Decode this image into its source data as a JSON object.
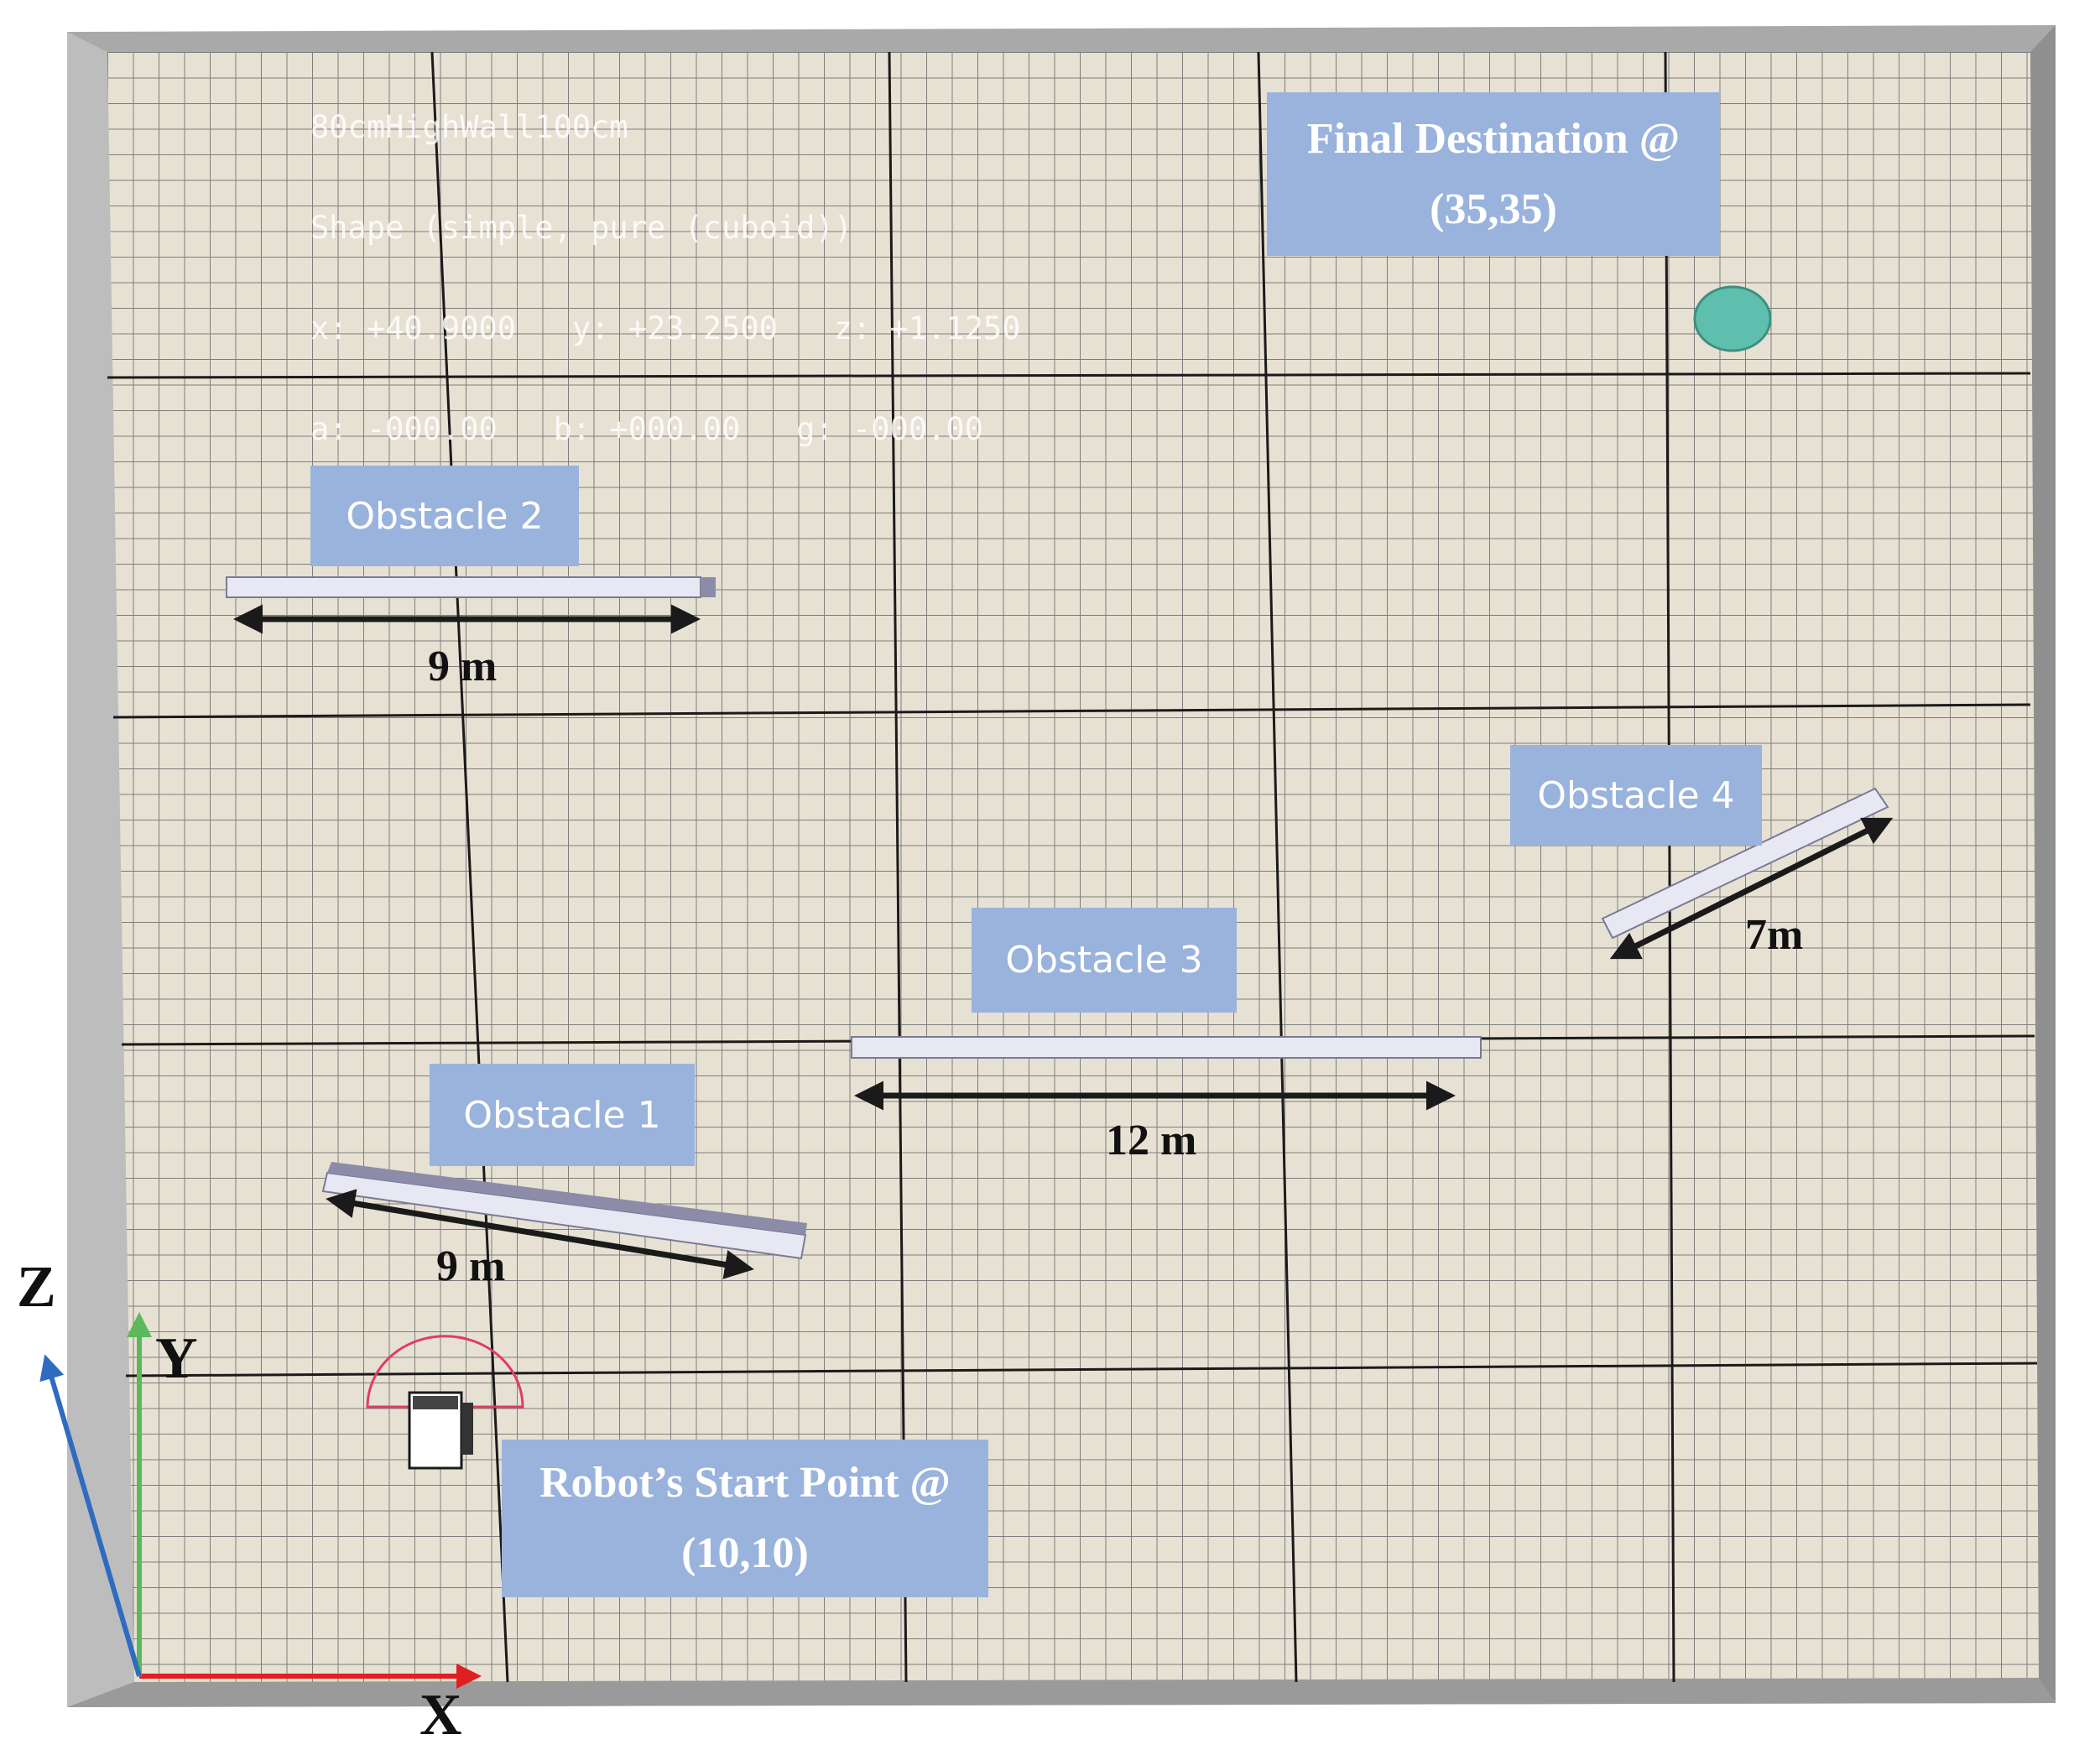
{
  "info_overlay": {
    "line1": "80cmHighWall100cm",
    "line2": "Shape (simple, pure (cuboid))",
    "line3": "x: +40.9000   y: +23.2500   z: +1.1250",
    "line4": "a: -000.00   b: +000.00   g: -000.00"
  },
  "labels": {
    "destination_title": "Final Destination @",
    "destination_coords": "(35,35)",
    "start_title": "Robot’s Start Point @",
    "start_coords": "(10,10)",
    "obstacle1": "Obstacle 1",
    "obstacle2": "Obstacle 2",
    "obstacle3": "Obstacle 3",
    "obstacle4": "Obstacle 4"
  },
  "dimensions": {
    "obstacle1": "9 m",
    "obstacle2": "9 m",
    "obstacle3": "12 m",
    "obstacle4": "7m"
  },
  "axes": {
    "x": "X",
    "y": "Y",
    "z": "Z"
  },
  "colors": {
    "floor": "#e8e2d6",
    "grid": "#6f6f6f",
    "label_box": "#9ab3dd",
    "x_axis": "#e02020",
    "y_axis": "#5cb85c",
    "z_axis": "#2f6bc0",
    "goal": "#5fbfae",
    "sensor_arc": "#e03a6a"
  }
}
